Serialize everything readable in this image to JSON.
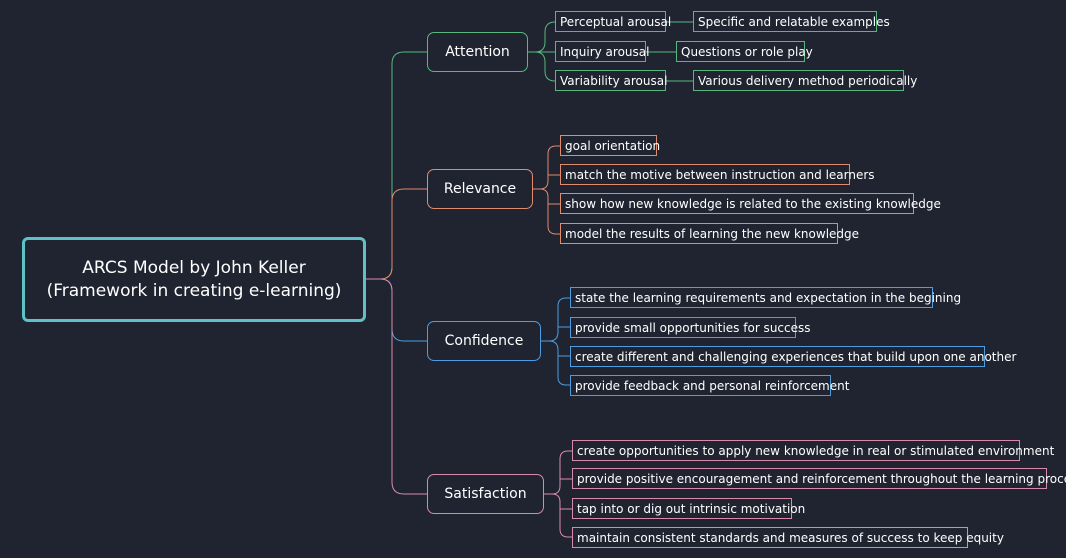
{
  "colors": {
    "background": "#1f2430",
    "root": "#5fc0c8",
    "attention": "#56b87c",
    "relevance": "#e08a6e",
    "confidence": "#4e9de0",
    "satisfaction": "#d98aaa",
    "text": "#ffffff"
  },
  "root": {
    "line1": "ARCS Model by John Keller",
    "line2": "(Framework in creating e-learning)"
  },
  "attention": {
    "label": "Attention",
    "items": [
      {
        "label": "Perceptual arousal",
        "detail": "Specific and relatable examples"
      },
      {
        "label": "Inquiry arousal",
        "detail": "Questions or role play"
      },
      {
        "label": "Variability arousal",
        "detail": "Various delivery method periodically"
      }
    ]
  },
  "relevance": {
    "label": "Relevance",
    "items": [
      "goal orientation",
      "match the motive between instruction and learners",
      "show how new knowledge is related to the existing knowledge",
      "model the results of learning the new knowledge"
    ]
  },
  "confidence": {
    "label": "Confidence",
    "items": [
      "state the learning requirements and expectation in the begining",
      "provide small opportunities for success",
      "create different and challenging experiences that build upon one another",
      "provide feedback and personal reinforcement"
    ]
  },
  "satisfaction": {
    "label": "Satisfaction",
    "items": [
      "create opportunities to apply new knowledge in real or stimulated environment",
      "provide positive encouragement and reinforcement throughout the learning process",
      "tap into or dig out intrinsic motivation",
      "maintain consistent standards and measures of success to keep equity"
    ]
  }
}
